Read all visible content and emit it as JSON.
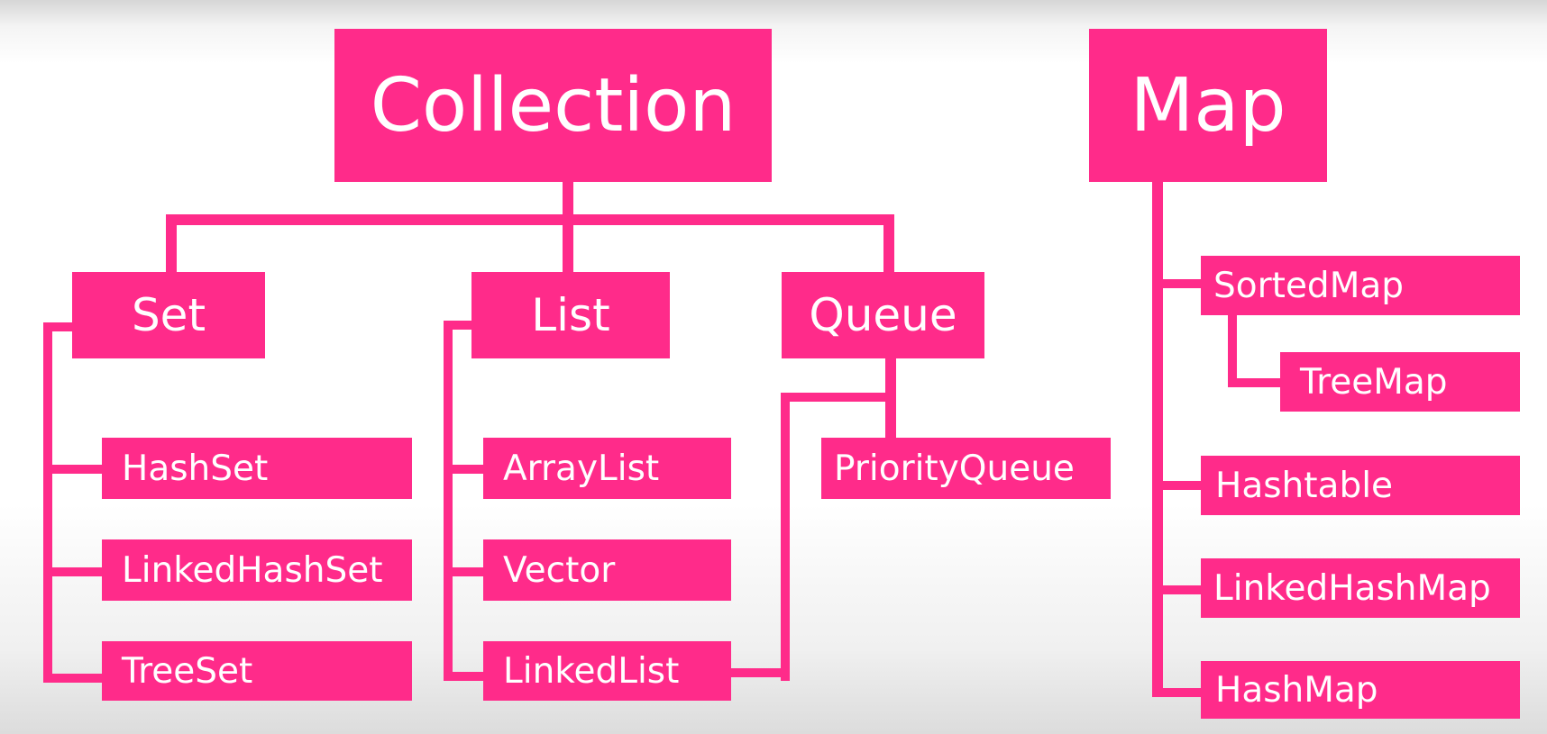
{
  "roots": {
    "collection": "Collection",
    "map": "Map"
  },
  "interfaces": {
    "set": "Set",
    "list": "List",
    "queue": "Queue"
  },
  "set_impls": [
    "HashSet",
    "LinkedHashSet",
    "TreeSet"
  ],
  "list_impls": [
    "ArrayList",
    "Vector",
    "LinkedList"
  ],
  "queue_impls": [
    "PriorityQueue"
  ],
  "map_children": {
    "sorted_map": "SortedMap",
    "tree_map": "TreeMap",
    "hashtable": "Hashtable",
    "linked_hash_map": "LinkedHashMap",
    "hash_map": "HashMap"
  },
  "colors": {
    "accent": "#ff2b8a",
    "text": "#ffffff"
  }
}
